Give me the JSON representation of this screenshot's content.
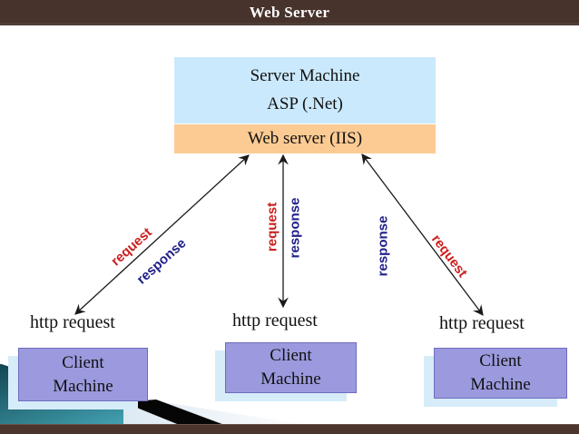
{
  "title": "Web Server",
  "server": {
    "machine_label": "Server Machine",
    "asp_label": "ASP (.Net)",
    "iis_label": "Web server (IIS)"
  },
  "edges": {
    "left": {
      "request": "request",
      "response": "response"
    },
    "middle": {
      "request": "request",
      "response": "response"
    },
    "right": {
      "request": "request",
      "response": "response"
    }
  },
  "clients": [
    {
      "http_label": "http request",
      "line1": "Client",
      "line2": "Machine"
    },
    {
      "http_label": "http request",
      "line1": "Client",
      "line2": "Machine"
    },
    {
      "http_label": "http request",
      "line1": "Client",
      "line2": "Machine"
    }
  ],
  "colors": {
    "title_bar": "#47332C",
    "title_text": "#FFFFFF",
    "server_box": "#CBE9FC",
    "iis_box": "#FCCB93",
    "client_box": "#9B9ADE",
    "client_border": "#6E6CBE",
    "client_shadow": "#D6ECF9",
    "request_red": "#CC2020",
    "response_blue": "#20208A",
    "arrow": "#1A1A1A",
    "footer_bar": "#4B352D",
    "teal_dark": "#124653",
    "teal_light": "#4DB4C4",
    "wedge_light": "#DDE9F3",
    "wedge_black": "#060606"
  }
}
